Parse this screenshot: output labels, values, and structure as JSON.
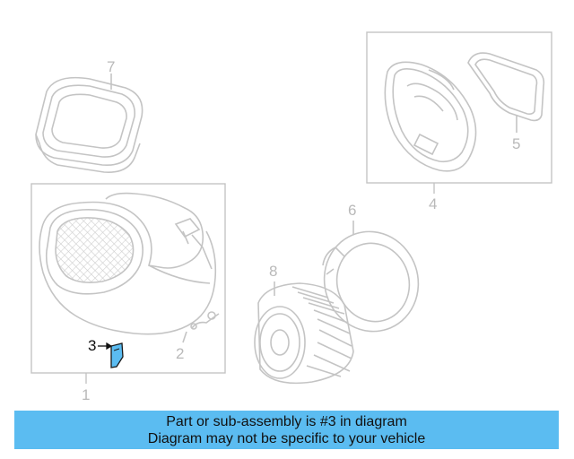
{
  "callouts": {
    "c1": "1",
    "c2": "2",
    "c3": "3",
    "c4": "4",
    "c5": "5",
    "c6": "6",
    "c7": "7",
    "c8": "8"
  },
  "highlight": {
    "part_number": "3",
    "color": "#5bbcf1"
  },
  "colors": {
    "line": "#c4c4c4",
    "banner": "#5bbcf1",
    "text": "#111111"
  },
  "banner": {
    "line1": "Part or sub-assembly is #3 in diagram",
    "line2": "Diagram may not be specific to your vehicle"
  }
}
